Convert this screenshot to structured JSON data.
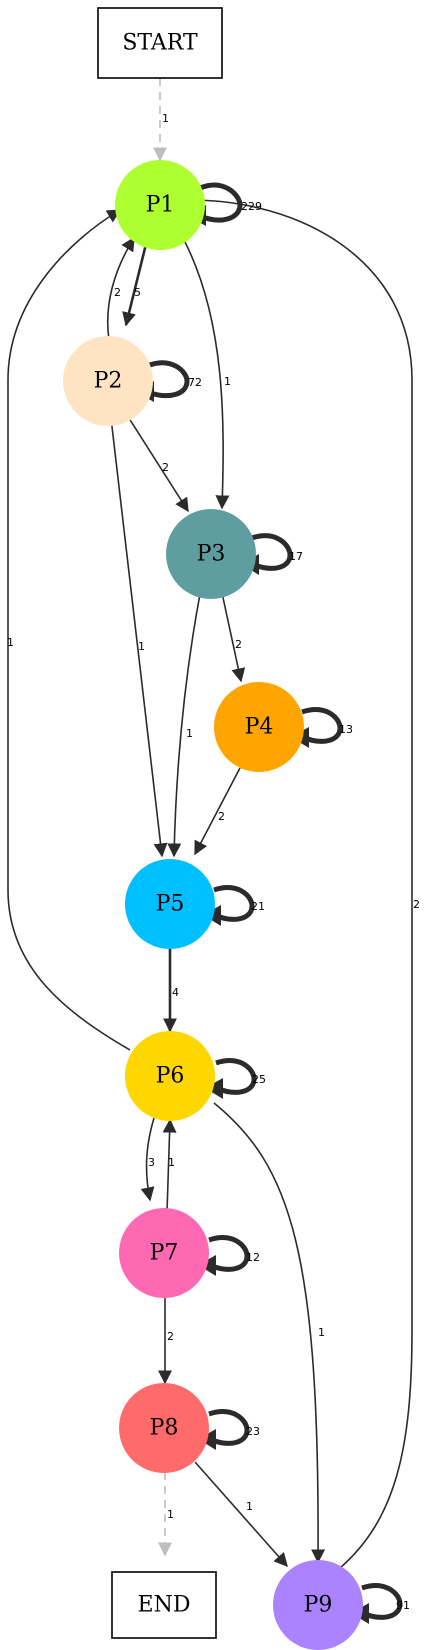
{
  "terminals": {
    "start": "START",
    "end": "END"
  },
  "nodes": [
    {
      "id": "P1",
      "label": "P1",
      "color": "#adff2f",
      "self_loop": "229"
    },
    {
      "id": "P2",
      "label": "P2",
      "color": "#ffe4c4",
      "self_loop": "72"
    },
    {
      "id": "P3",
      "label": "P3",
      "color": "#5f9ea0",
      "self_loop": "17"
    },
    {
      "id": "P4",
      "label": "P4",
      "color": "#ffa500",
      "self_loop": "13"
    },
    {
      "id": "P5",
      "label": "P5",
      "color": "#00bfff",
      "self_loop": "21"
    },
    {
      "id": "P6",
      "label": "P6",
      "color": "#ffd700",
      "self_loop": "25"
    },
    {
      "id": "P7",
      "label": "P7",
      "color": "#ff69b4",
      "self_loop": "12"
    },
    {
      "id": "P8",
      "label": "P8",
      "color": "#ff6a6a",
      "self_loop": "23"
    },
    {
      "id": "P9",
      "label": "P9",
      "color": "#ab82ff",
      "self_loop": "91"
    }
  ],
  "edges": [
    {
      "from": "START",
      "to": "P1",
      "label": "1",
      "style": "dashed"
    },
    {
      "from": "P1",
      "to": "P2",
      "label": "5",
      "style": "solid"
    },
    {
      "from": "P2",
      "to": "P1",
      "label": "2",
      "style": "solid"
    },
    {
      "from": "P1",
      "to": "P3",
      "label": "1",
      "style": "solid"
    },
    {
      "from": "P2",
      "to": "P3",
      "label": "2",
      "style": "solid"
    },
    {
      "from": "P2",
      "to": "P5",
      "label": "1",
      "style": "solid"
    },
    {
      "from": "P3",
      "to": "P4",
      "label": "2",
      "style": "solid"
    },
    {
      "from": "P3",
      "to": "P5",
      "label": "1",
      "style": "solid"
    },
    {
      "from": "P4",
      "to": "P5",
      "label": "2",
      "style": "solid"
    },
    {
      "from": "P5",
      "to": "P6",
      "label": "4",
      "style": "solid"
    },
    {
      "from": "P6",
      "to": "P1",
      "label": "1",
      "style": "solid"
    },
    {
      "from": "P6",
      "to": "P7",
      "label": "3",
      "style": "solid"
    },
    {
      "from": "P7",
      "to": "P6",
      "label": "1",
      "style": "solid"
    },
    {
      "from": "P6",
      "to": "P9",
      "label": "1",
      "style": "solid"
    },
    {
      "from": "P7",
      "to": "P8",
      "label": "2",
      "style": "solid"
    },
    {
      "from": "P8",
      "to": "END",
      "label": "1",
      "style": "dashed"
    },
    {
      "from": "P8",
      "to": "P9",
      "label": "1",
      "style": "solid"
    },
    {
      "from": "P9",
      "to": "P1",
      "label": "2",
      "style": "solid"
    }
  ]
}
